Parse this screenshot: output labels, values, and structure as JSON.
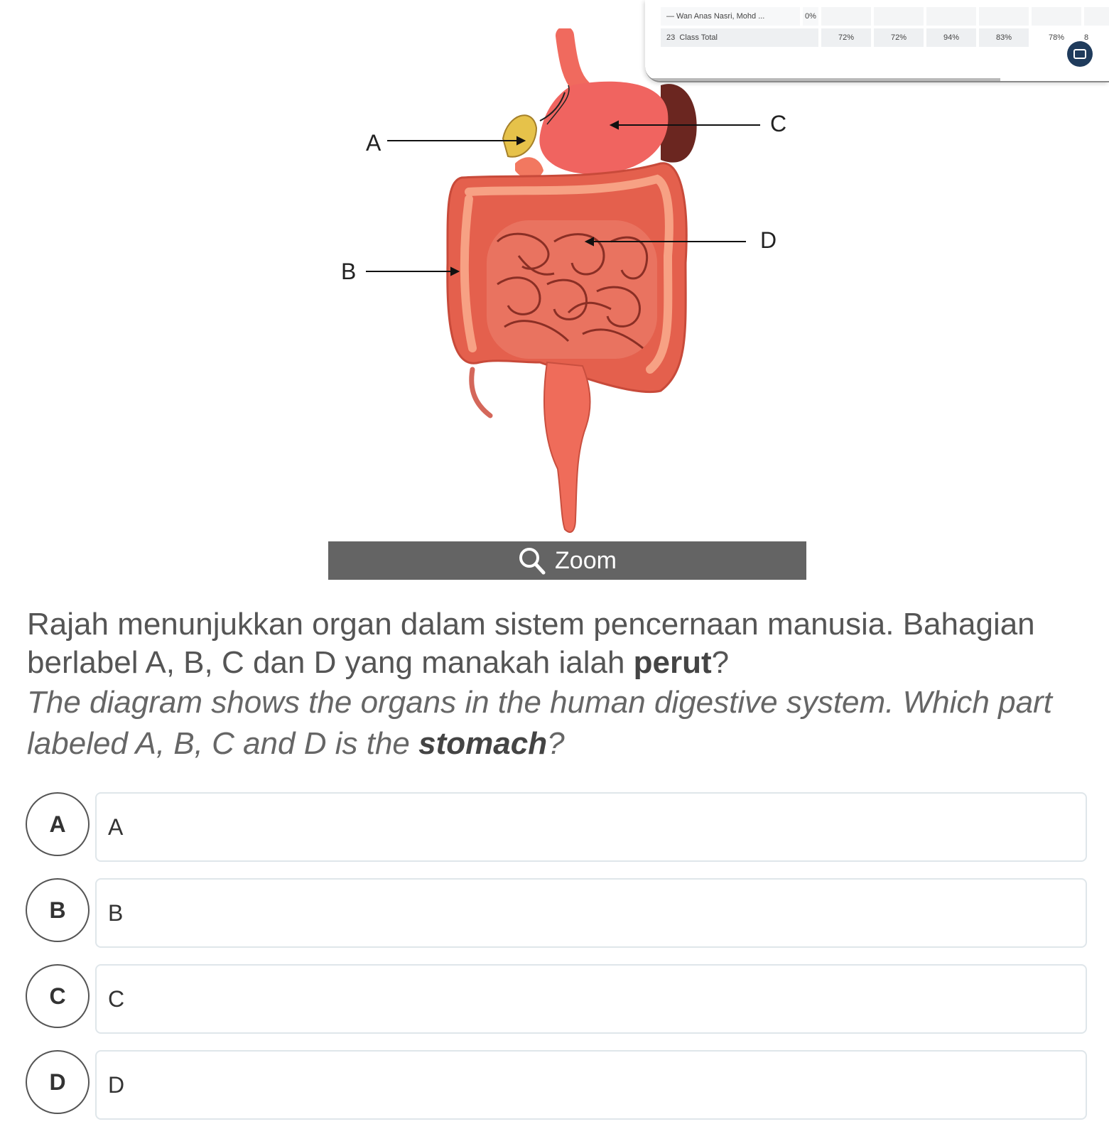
{
  "overlay": {
    "row1": {
      "name": "— Wan Anas Nasri, Mohd ...",
      "pct": "0%"
    },
    "row2": {
      "rank": "23",
      "name": "Class Total",
      "scores": [
        "72%",
        "72%",
        "94%",
        "83%",
        "78%",
        "8"
      ]
    }
  },
  "diagram": {
    "labels": {
      "a": "A",
      "b": "B",
      "c": "C",
      "d": "D"
    }
  },
  "zoom": {
    "label": "Zoom"
  },
  "question": {
    "ms_text": "Rajah menunjukkan organ dalam sistem pencernaan manusia. Bahagian berlabel A, B, C dan D yang manakah ialah ",
    "ms_bold": "perut",
    "ms_end": "?",
    "en_text": "The diagram shows the organs in the human digestive system. Which part labeled A, B, C and D is the ",
    "en_bold": "stomach",
    "en_end": "?"
  },
  "options": [
    {
      "letter": "A",
      "text": "A"
    },
    {
      "letter": "B",
      "text": "B"
    },
    {
      "letter": "C",
      "text": "C"
    },
    {
      "letter": "D",
      "text": "D"
    }
  ]
}
